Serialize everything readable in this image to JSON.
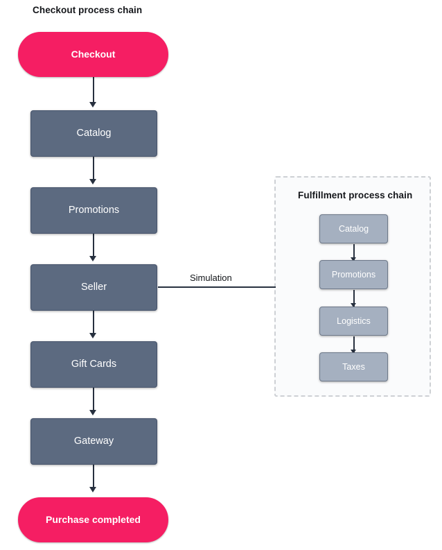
{
  "diagram": {
    "type": "flowchart",
    "title": "Checkout process chain",
    "background_color": "#ffffff"
  },
  "main_chain": {
    "title": "Checkout process chain",
    "nodes": [
      {
        "id": "checkout",
        "label": "Checkout",
        "shape": "stadium",
        "fill": "#f51e63",
        "text_color": "#ffffff"
      },
      {
        "id": "catalog",
        "label": "Catalog",
        "shape": "rectangle",
        "fill": "#5c6a80",
        "text_color": "#ffffff"
      },
      {
        "id": "promotions",
        "label": "Promotions",
        "shape": "rectangle",
        "fill": "#5c6a80",
        "text_color": "#ffffff"
      },
      {
        "id": "seller",
        "label": "Seller",
        "shape": "rectangle",
        "fill": "#5c6a80",
        "text_color": "#ffffff"
      },
      {
        "id": "giftcards",
        "label": "Gift Cards",
        "shape": "rectangle",
        "fill": "#5c6a80",
        "text_color": "#ffffff"
      },
      {
        "id": "gateway",
        "label": "Gateway",
        "shape": "rectangle",
        "fill": "#5c6a80",
        "text_color": "#ffffff"
      },
      {
        "id": "completed",
        "label": "Purchase completed",
        "shape": "stadium",
        "fill": "#f51e63",
        "text_color": "#ffffff"
      }
    ],
    "edges": [
      {
        "from": "checkout",
        "to": "catalog",
        "label": "",
        "arrow": true
      },
      {
        "from": "catalog",
        "to": "promotions",
        "label": "",
        "arrow": true
      },
      {
        "from": "promotions",
        "to": "seller",
        "label": "",
        "arrow": true
      },
      {
        "from": "seller",
        "to": "giftcards",
        "label": "",
        "arrow": true
      },
      {
        "from": "giftcards",
        "to": "gateway",
        "label": "",
        "arrow": true
      },
      {
        "from": "gateway",
        "to": "completed",
        "label": "",
        "arrow": true
      }
    ]
  },
  "subgraph": {
    "title": "Fulfillment process chain",
    "border_style": "dashed",
    "border_color": "#cdd0d4",
    "fill": "#fafbfc",
    "nodes": [
      {
        "id": "sub-catalog",
        "label": "Catalog",
        "shape": "rectangle",
        "fill": "#a5b0c0",
        "text_color": "#ffffff"
      },
      {
        "id": "sub-promotions",
        "label": "Promotions",
        "shape": "rectangle",
        "fill": "#a5b0c0",
        "text_color": "#ffffff"
      },
      {
        "id": "sub-logistics",
        "label": "Logistics",
        "shape": "rectangle",
        "fill": "#a5b0c0",
        "text_color": "#ffffff"
      },
      {
        "id": "sub-taxes",
        "label": "Taxes",
        "shape": "rectangle",
        "fill": "#a5b0c0",
        "text_color": "#ffffff"
      }
    ],
    "edges": [
      {
        "from": "sub-catalog",
        "to": "sub-promotions",
        "label": "",
        "arrow": true
      },
      {
        "from": "sub-promotions",
        "to": "sub-logistics",
        "label": "",
        "arrow": true
      },
      {
        "from": "sub-logistics",
        "to": "sub-taxes",
        "label": "",
        "arrow": true
      }
    ]
  },
  "cross_link": {
    "label": "Simulation",
    "from": "seller",
    "to": "subgraph",
    "arrow": false,
    "line_color": "#27303f"
  }
}
